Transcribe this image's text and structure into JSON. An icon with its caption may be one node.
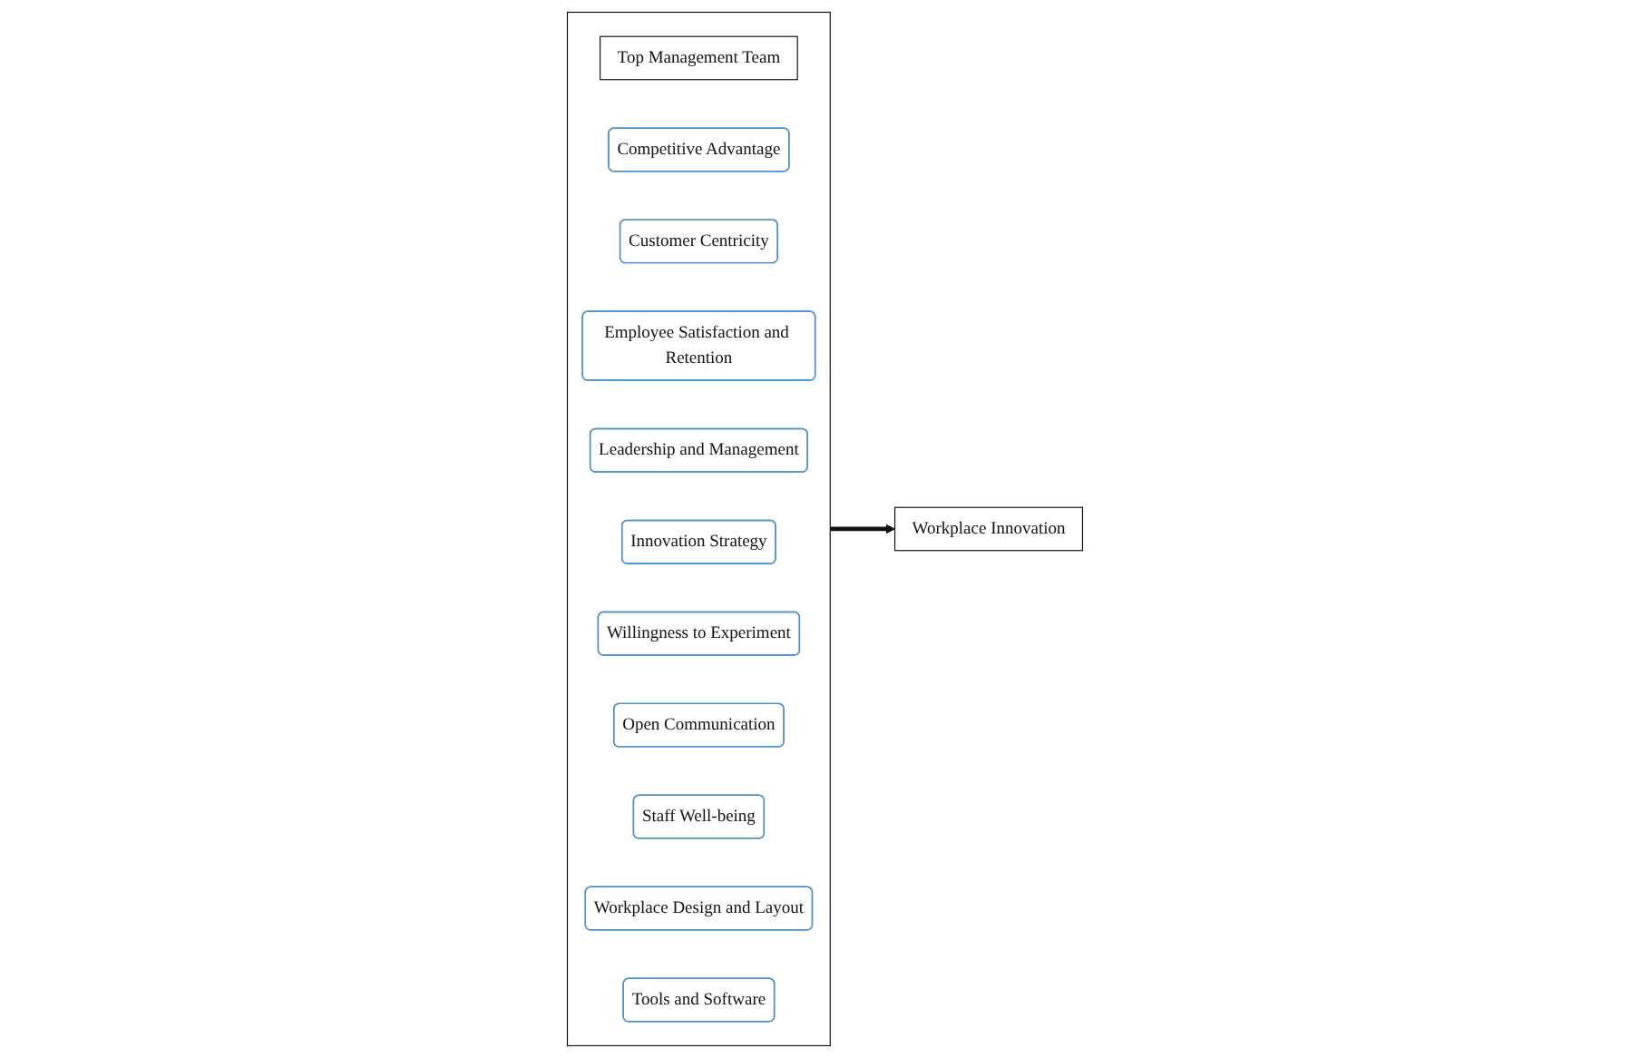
{
  "diagram": {
    "nodes": [
      {
        "text": [],
        "shape": "box"
      },
      {
        "text": [
          "Top Management Team"
        ],
        "in": 0
      },
      {
        "text": [
          "Competitive Advantage"
        ],
        "in": 0
      },
      {
        "text": [
          "Customer Centricity"
        ],
        "in": 0
      },
      {
        "text": [
          "Employee Satisfaction and Retention"
        ],
        "in": 0
      },
      {
        "text": [
          "Leadership and Management"
        ],
        "in": 0
      },
      {
        "text": [
          "Innovation Strategy"
        ],
        "in": 0
      },
      {
        "text": [
          "Willingness to Experiment"
        ],
        "in": 0
      },
      {
        "text": [
          "Open Communication"
        ],
        "in": 0
      },
      {
        "text": [
          "Staff Well-being"
        ],
        "in": 0
      },
      {
        "text": [
          "Workplace Design and Layout"
        ],
        "in": 0
      },
      {
        "text": [
          "Tools and Software"
        ],
        "in": 0
      },
      {
        "text": [
          "Workplace Innovation"
        ]
      }
    ],
    "edges": [
      {
        "from": 0,
        "to": 12,
        "arrow": "to"
      }
    ]
  }
}
